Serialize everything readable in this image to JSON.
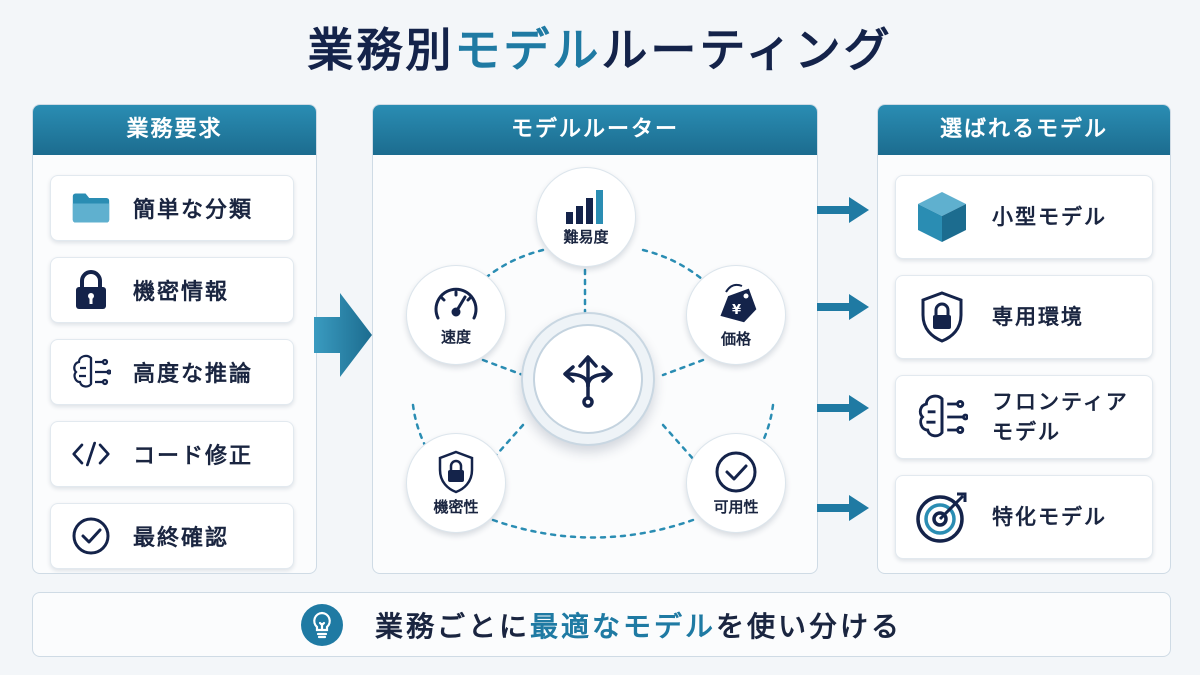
{
  "title": {
    "part1": "業務別",
    "part2": "モデル",
    "part3": "ルーティング"
  },
  "left": {
    "header": "業務要求",
    "items": [
      {
        "label": "簡単な分類",
        "icon": "folder-icon"
      },
      {
        "label": "機密情報",
        "icon": "lock-icon"
      },
      {
        "label": "高度な推論",
        "icon": "brain-icon"
      },
      {
        "label": "コード修正",
        "icon": "code-icon"
      },
      {
        "label": "最終確認",
        "icon": "check-circle-icon"
      }
    ]
  },
  "router": {
    "header": "モデルルーター",
    "nodes": [
      {
        "label": "難易度",
        "icon": "bar-chart-icon"
      },
      {
        "label": "価格",
        "icon": "price-tag-icon"
      },
      {
        "label": "可用性",
        "icon": "check-circle-icon"
      },
      {
        "label": "機密性",
        "icon": "shield-lock-icon"
      },
      {
        "label": "速度",
        "icon": "speedometer-icon"
      }
    ],
    "hub_icon": "branch-arrows-icon"
  },
  "right": {
    "header": "選ばれるモデル",
    "items": [
      {
        "label": "小型モデル",
        "icon": "cube-icon"
      },
      {
        "label": "専用環境",
        "icon": "shield-lock-icon"
      },
      {
        "label_line1": "フロンティア",
        "label_line2": "モデル",
        "icon": "brain-icon"
      },
      {
        "label": "特化モデル",
        "icon": "target-icon"
      }
    ]
  },
  "banner": {
    "icon": "lightbulb-icon",
    "part1": "業務ごとに",
    "part2": "最適なモデル",
    "part3": "を使い分ける"
  },
  "colors": {
    "accent": "#1f7aa3",
    "navy": "#14234a",
    "header_bg": "#1f7aa3"
  }
}
